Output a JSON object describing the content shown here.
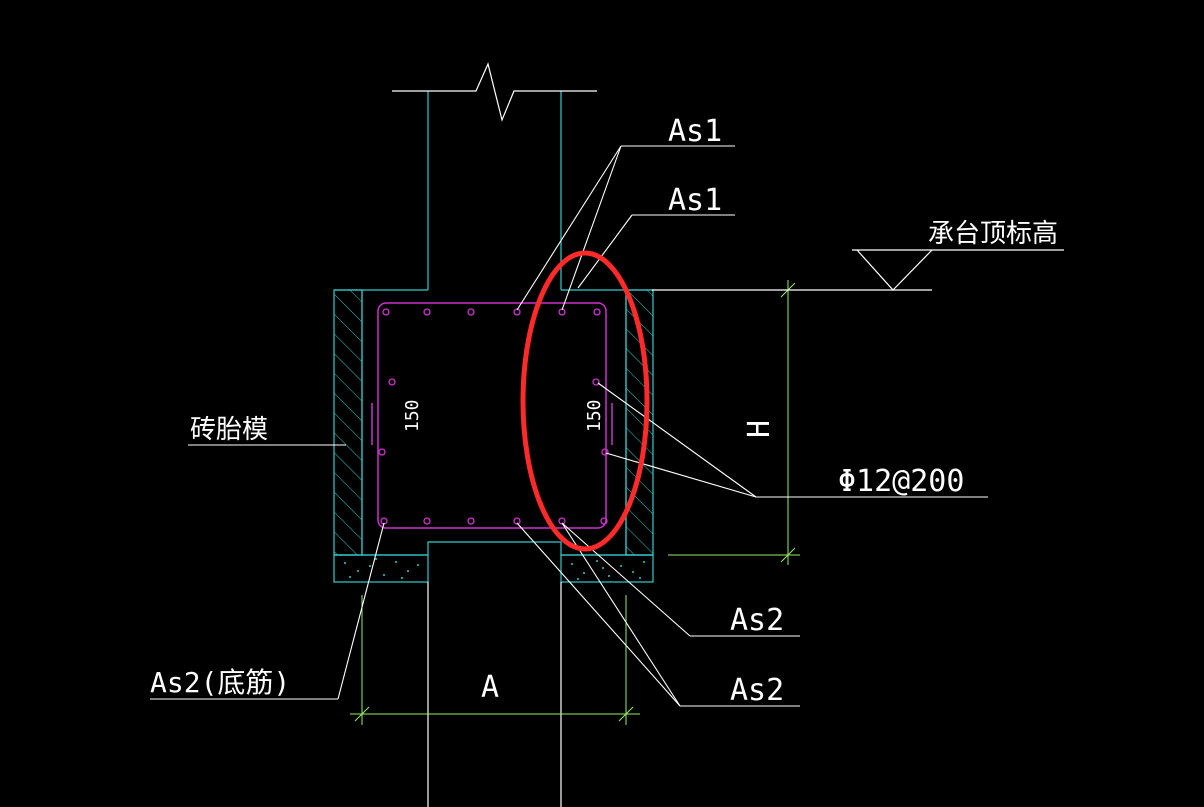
{
  "labels": {
    "as1_top": "As1",
    "as1_second": "As1",
    "cap_top_elevation": "承台顶标高",
    "brick_formwork": "砖胎模",
    "dim_150_left": "150",
    "dim_150_right": "150",
    "dim_h": "H",
    "stirrup_spec": "Φ12@200",
    "as2_first": "As2",
    "as2_second": "As2",
    "as2_bottom_bar": "As2(底筋)",
    "dim_a": "A"
  },
  "colors": {
    "background": "#000000",
    "pile_outline": "#33cccc",
    "rebar": "#cc33cc",
    "dimension": "#99ee66",
    "leader": "#ffffff",
    "highlight": "#ff2a2a"
  }
}
